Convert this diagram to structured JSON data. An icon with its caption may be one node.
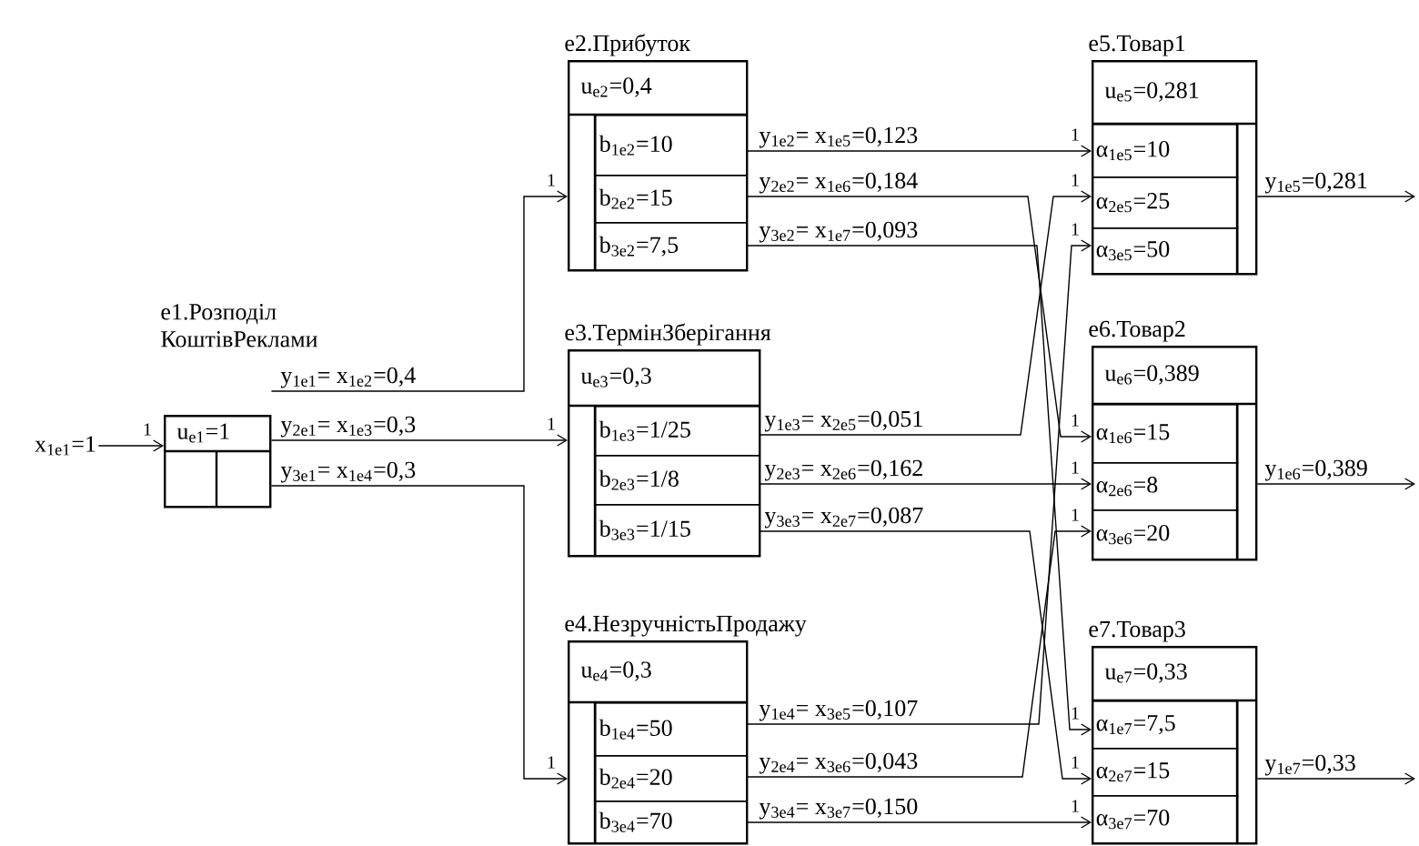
{
  "diagram": {
    "nodes": [
      {
        "text": [
          "x$_{1e1}$=1"
        ]
      },
      {
        "text": [
          "e1.Розподіл КоштівРеклами",
          "u$_{e1}$=1"
        ]
      },
      {
        "text": [
          "e2.Прибуток",
          "u$_{e2}$=0,4"
        ]
      },
      {
        "text": [
          "b$_{1e2}$=10"
        ],
        "in": 2
      },
      {
        "text": [
          "b$_{2e2}$=15"
        ],
        "in": 2
      },
      {
        "text": [
          "b$_{3e2}$=7,5"
        ],
        "in": 2
      },
      {
        "text": [
          "e3.ТермінЗберігання",
          "u$_{e3}$=0,3"
        ]
      },
      {
        "text": [
          "b$_{1e3}$=1/25"
        ],
        "in": 6
      },
      {
        "text": [
          "b$_{2e3}$=1/8"
        ],
        "in": 6
      },
      {
        "text": [
          "b$_{3e3}$=1/15"
        ],
        "in": 6
      },
      {
        "text": [
          "e4.НезручністьПродажу",
          "u$_{e4}$=0,3"
        ]
      },
      {
        "text": [
          "b$_{1e4}$=50"
        ],
        "in": 10
      },
      {
        "text": [
          "b$_{2e4}$=20"
        ],
        "in": 10
      },
      {
        "text": [
          "b$_{3e4}$=70"
        ],
        "in": 10
      },
      {
        "text": [
          "e5.Товар1",
          "u$_{e5}$=0,281"
        ]
      },
      {
        "text": [
          "α$_{1e5}$=10"
        ],
        "in": 14
      },
      {
        "text": [
          "α$_{2e5}$=25"
        ],
        "in": 14
      },
      {
        "text": [
          "α$_{3e5}$=50"
        ],
        "in": 14
      },
      {
        "text": [
          "e6.Товар2",
          "u$_{e6}$=0,389"
        ]
      },
      {
        "text": [
          "α$_{1e6}$=15"
        ],
        "in": 18
      },
      {
        "text": [
          "α$_{2e6}$=8"
        ],
        "in": 18
      },
      {
        "text": [
          "α$_{3e6}$=20"
        ],
        "in": 18
      },
      {
        "text": [
          "e7.Товар3",
          "u$_{e7}$=0,33"
        ]
      },
      {
        "text": [
          "α$_{1e7}$=7,5"
        ],
        "in": 22
      },
      {
        "text": [
          "α$_{2e7}$=15"
        ],
        "in": 22
      },
      {
        "text": [
          "α$_{3e7}$=70"
        ],
        "in": 22
      }
    ],
    "edges": [
      {
        "from": 0,
        "to": 1,
        "arrow": "to"
      },
      {
        "from": 1,
        "to": 2,
        "arrow": "to",
        "label": "y$_{1e1}$= x$_{1e2}$=0,4"
      },
      {
        "from": 1,
        "to": 6,
        "arrow": "to",
        "label": "y$_{2e1}$= x$_{1e3}$=0,3"
      },
      {
        "from": 1,
        "to": 10,
        "arrow": "to",
        "label": "y$_{3e1}$= x$_{1e4}$=0,3"
      },
      {
        "from": 3,
        "to": 15,
        "arrow": "to",
        "label": "y$_{1e2}$= x$_{1e5}$=0,123"
      },
      {
        "from": 4,
        "to": 19,
        "arrow": "to",
        "label": "y$_{2e2}$= x$_{1e6}$=0,184"
      },
      {
        "from": 5,
        "to": 23,
        "arrow": "to",
        "label": "y$_{3e2}$= x$_{1e7}$=0,093"
      },
      {
        "from": 7,
        "to": 16,
        "arrow": "to",
        "label": "y$_{1e3}$= x$_{2e5}$=0,051"
      },
      {
        "from": 8,
        "to": 20,
        "arrow": "to",
        "label": "y$_{2e3}$= x$_{2e6}$=0,162"
      },
      {
        "from": 9,
        "to": 24,
        "arrow": "to",
        "label": "y$_{3e3}$= x$_{2e7}$=0,087"
      },
      {
        "from": 11,
        "to": 17,
        "arrow": "to",
        "label": "y$_{1e4}$= x$_{3e5}$=0,107"
      },
      {
        "from": 12,
        "to": 21,
        "arrow": "to",
        "label": "y$_{2e4}$= x$_{3e6}$=0,043"
      },
      {
        "from": 13,
        "to": 25,
        "arrow": "to",
        "label": "y$_{3e4}$= x$_{3e7}$=0,150"
      },
      {
        "from": 14,
        "to": null,
        "arrow": "to",
        "label": "y$_{1e5}$=0,281"
      },
      {
        "from": 18,
        "to": null,
        "arrow": "to",
        "label": "y$_{1e6}$=0,389"
      },
      {
        "from": 22,
        "to": null,
        "arrow": "to",
        "label": "y$_{1e7}$=0,33"
      }
    ],
    "labels": [
      "1",
      "1",
      "1",
      "1",
      "1",
      "1",
      "1",
      "1",
      "1",
      "1",
      "1",
      "1",
      "1"
    ]
  }
}
